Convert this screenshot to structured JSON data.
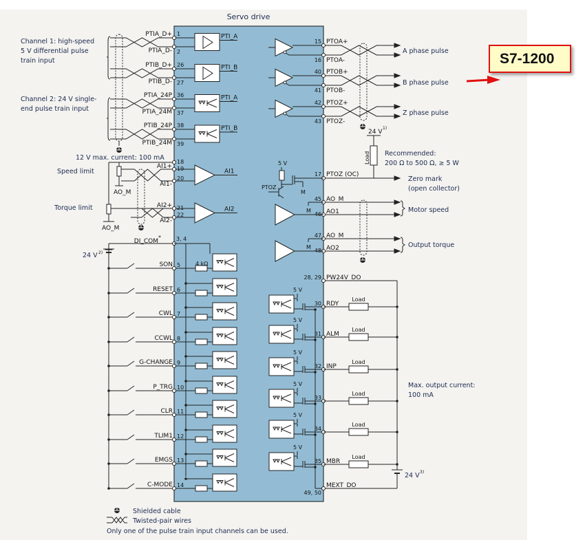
{
  "title": "Servo drive",
  "device_label": "S7-1200",
  "colors": {
    "drive_fill": "#93bcd4",
    "background": "#f4f3f0",
    "device_fill": "#fffcc8",
    "device_border": "#e01010",
    "arrow": "#e01010"
  },
  "notes": {
    "channel1": [
      "Channel 1: high-speed",
      "5 V differential pulse",
      "train input"
    ],
    "channel2": [
      "Channel 2: 24 V single-",
      "end pulse train input"
    ],
    "current12": "12 V max. current: 100 mA",
    "speed_limit": "Speed limit",
    "torque_limit": "Torque limit",
    "ao_m": "AO_M",
    "v24_left": "24 V",
    "v24_left_sup": "2)",
    "a_phase": "A phase pulse",
    "b_phase": "B phase pulse",
    "z_phase": "Z phase pulse",
    "v24_top": "24 V",
    "v24_top_sup": "1)",
    "load": "Load",
    "recommended": [
      "Recommended:",
      "200 Ω to 500 Ω, ≥ 5 W"
    ],
    "zero_mark": [
      "Zero mark",
      "(open collector)"
    ],
    "motor_speed": "Motor speed",
    "output_torque": "Output torque",
    "max_current": [
      "Max. output current:",
      "100 mA"
    ],
    "v24_right": "24 V",
    "v24_right_sup": "3)",
    "v5": "5 V",
    "m": "M",
    "ptoz_int": "PTOZ",
    "kohm": "4 kΩ"
  },
  "pulse_inputs": [
    {
      "label": "PTIA_D+",
      "pin": "1"
    },
    {
      "label": "PTIA_D-",
      "pin": "2"
    },
    {
      "label": "PTIB_D+",
      "pin": "26"
    },
    {
      "label": "PTIB_D-",
      "pin": "27"
    },
    {
      "label": "PTIA_24P",
      "pin": "36"
    },
    {
      "label": "PTIA_24M",
      "pin": "37"
    },
    {
      "label": "PTIB_24P",
      "pin": "38"
    },
    {
      "label": "PTIB_24M",
      "pin": "39"
    }
  ],
  "pti_signals": [
    "PTI_A",
    "PTI_B",
    "PTI_A",
    "PTI_B"
  ],
  "analog_inputs": [
    {
      "label": "",
      "pin": "18"
    },
    {
      "label": "AI1+",
      "pin": "19"
    },
    {
      "label": "AI1-",
      "pin": "20"
    },
    {
      "label": "AI2+",
      "pin": "21"
    },
    {
      "label": "AI2-",
      "pin": "22"
    }
  ],
  "ai_signals": [
    "AI1",
    "AI2"
  ],
  "di_com": {
    "label": "DI_COM",
    "sup": "*",
    "pin": "3, 4"
  },
  "digital_inputs": [
    {
      "label": "SON",
      "pin": "5"
    },
    {
      "label": "RESET",
      "pin": "6"
    },
    {
      "label": "CWL",
      "pin": "7"
    },
    {
      "label": "CCWL",
      "pin": "8"
    },
    {
      "label": "G-CHANGE",
      "pin": "9"
    },
    {
      "label": "P_TRG",
      "pin": "10"
    },
    {
      "label": "CLR",
      "pin": "11"
    },
    {
      "label": "TLIM1",
      "pin": "12"
    },
    {
      "label": "EMGS",
      "pin": "13"
    },
    {
      "label": "C-MODE",
      "pin": "14"
    }
  ],
  "pulse_outputs": [
    {
      "label": "PTOA+",
      "pin": "15"
    },
    {
      "label": "PTOA-",
      "pin": "16"
    },
    {
      "label": "PTOB+",
      "pin": "40"
    },
    {
      "label": "PTOB-",
      "pin": "41"
    },
    {
      "label": "PTOZ+",
      "pin": "42"
    },
    {
      "label": "PTOZ-",
      "pin": "43"
    }
  ],
  "ptoz_oc": {
    "label": "PTOZ (OC)",
    "pin": "17"
  },
  "analog_outputs": [
    {
      "label": "AO_M",
      "pin": "45"
    },
    {
      "label": "AO1",
      "pin": "46"
    },
    {
      "label": "AO_M",
      "pin": "47"
    },
    {
      "label": "AO2",
      "pin": "48"
    }
  ],
  "pw24": {
    "label": "PW24V_DO",
    "pin": "28, 29"
  },
  "digital_outputs": [
    {
      "label": "RDY",
      "pin": "30"
    },
    {
      "label": "ALM",
      "pin": "31"
    },
    {
      "label": "INP",
      "pin": "32"
    },
    {
      "label": "",
      "pin": "33"
    },
    {
      "label": "",
      "pin": "34"
    },
    {
      "label": "MBR",
      "pin": "35"
    }
  ],
  "mext": {
    "label": "MEXT_DO",
    "pin": "49, 50"
  },
  "legend": {
    "shielded": "Shielded cable",
    "twisted": "Twisted-pair wires",
    "note": "Only one of the pulse train input channels can be used."
  }
}
